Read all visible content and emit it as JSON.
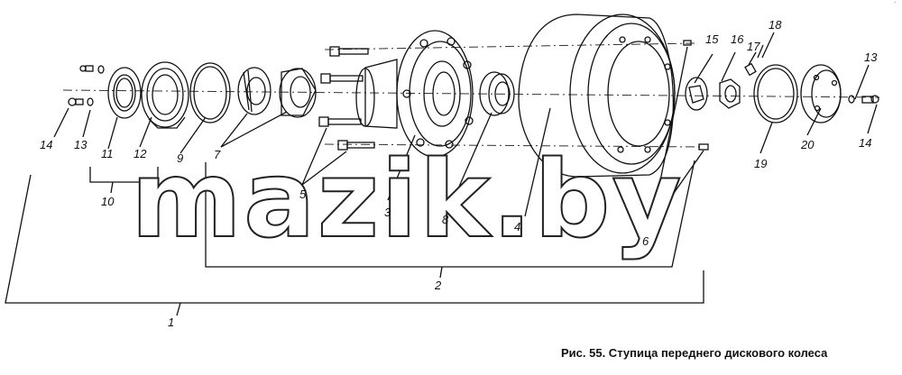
{
  "figure": {
    "caption": "Рис. 55. Ступица переднего дискового колеса",
    "watermark": "mazik.by",
    "corner_mark": "´"
  },
  "parts": [
    {
      "id": "p1",
      "label": "1"
    },
    {
      "id": "p2",
      "label": "2"
    },
    {
      "id": "p3",
      "label": "3"
    },
    {
      "id": "p4",
      "label": "4"
    },
    {
      "id": "p5",
      "label": "5"
    },
    {
      "id": "p6",
      "label": "6"
    },
    {
      "id": "p7",
      "label": "7"
    },
    {
      "id": "p8",
      "label": "8"
    },
    {
      "id": "p9",
      "label": "9"
    },
    {
      "id": "p10",
      "label": "10"
    },
    {
      "id": "p11",
      "label": "11"
    },
    {
      "id": "p12",
      "label": "12"
    },
    {
      "id": "p13a",
      "label": "13"
    },
    {
      "id": "p13b",
      "label": "13"
    },
    {
      "id": "p14a",
      "label": "14"
    },
    {
      "id": "p14b",
      "label": "14"
    },
    {
      "id": "p15",
      "label": "15"
    },
    {
      "id": "p16",
      "label": "16"
    },
    {
      "id": "p17",
      "label": "17"
    },
    {
      "id": "p18",
      "label": "18"
    },
    {
      "id": "p19",
      "label": "19"
    },
    {
      "id": "p20",
      "label": "20"
    }
  ]
}
